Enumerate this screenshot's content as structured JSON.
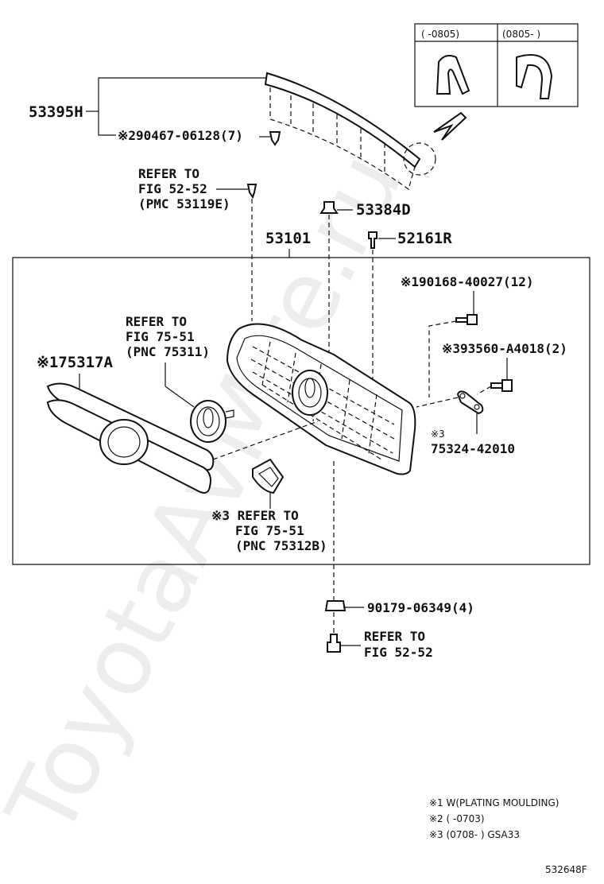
{
  "inset": {
    "col_left": "(      -0805)",
    "col_right": "(0805-      )"
  },
  "parts": {
    "p53395": "53395H",
    "p90467": "※290467-06128(7)",
    "refer_top_1": "REFER TO",
    "refer_top_2": "FIG 52-52",
    "refer_top_3": "(PMC 53119E)",
    "p53384": "53384D",
    "p53101": "53101",
    "p52161": "52161R",
    "p90168": "※190168-40027(12)",
    "refer_emb_1": "REFER TO",
    "refer_emb_2": "FIG 75-51",
    "refer_emb_3": "(PNC 75311)",
    "p93560": "※393560-A4018(2)",
    "p75317": "※175317A",
    "p75324_mark": "※3",
    "p75324": "75324-42010",
    "refer_bot_1": "※3 REFER TO",
    "refer_bot_2": "FIG 75-51",
    "refer_bot_3": "(PNC 75312B)",
    "p90179": "90179-06349(4)",
    "refer_low_1": "REFER TO",
    "refer_low_2": "FIG 52-52"
  },
  "notes": {
    "n1": "※1 W(PLATING MOULDING)",
    "n2": "※2 (       -0703)",
    "n3": "※3 (0708-       ) GSA33"
  },
  "figure_id": "532648F",
  "watermark": "ToyotaAvMire.ru"
}
